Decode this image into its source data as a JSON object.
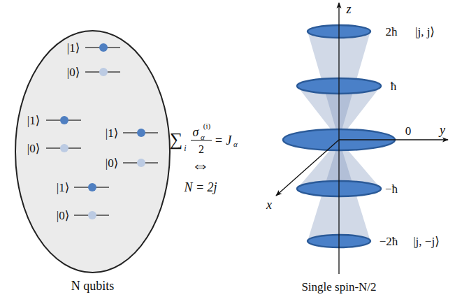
{
  "diagram": {
    "nodes": [
      {
        "text": [
          "N qubits"
        ]
      }
    ],
    "labels": [
      "|1⟩",
      "|0⟩",
      "|1⟩",
      "|0⟩",
      "|1⟩",
      "|0⟩",
      "|1⟩",
      "|0⟩",
      "∑",
      "i",
      "σ",
      "α",
      "(i)",
      "2",
      "= J",
      "α",
      "⇔",
      "N = 2j",
      "z",
      "y",
      "x",
      "2ħ",
      "|j, j⟩",
      "ħ",
      "0",
      "−ħ",
      "−2ħ",
      "|j, −j⟩",
      "Single spin-N/2"
    ]
  }
}
